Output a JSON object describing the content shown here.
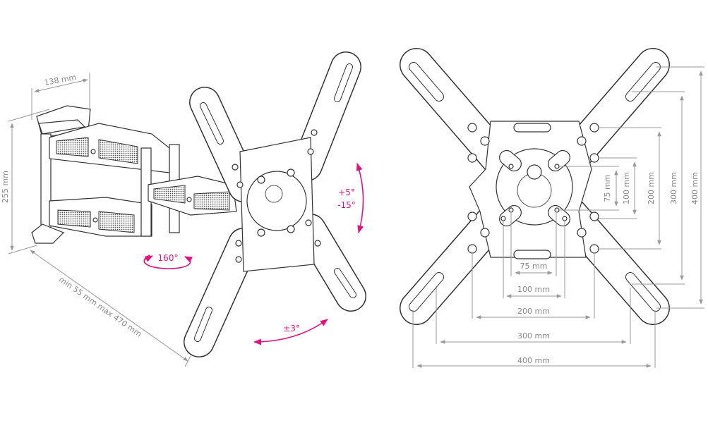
{
  "side_view": {
    "depth_label": "138 mm",
    "height_label": "255 mm",
    "extension_label": "min 55 mm max 470 mm",
    "swivel_label": "160°",
    "tilt_up_label": "+5°",
    "tilt_down_label": "-15°",
    "rotation_label": "±3°"
  },
  "front_view": {
    "horizontal": [
      "75 mm",
      "100 mm",
      "200 mm",
      "300 mm",
      "400 mm"
    ],
    "vertical": [
      "75 mm",
      "100 mm",
      "200 mm",
      "300 mm",
      "400 mm"
    ]
  },
  "colors": {
    "accent": "#e0147f",
    "dimension": "#888888",
    "outline": "#333333"
  }
}
